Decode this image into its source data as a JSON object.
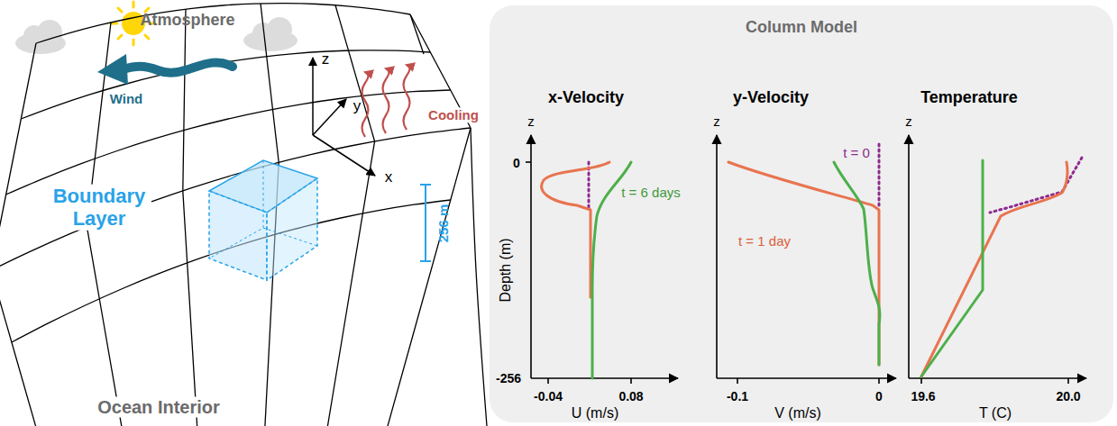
{
  "diagram": {
    "nodes": [
      {
        "text": [
          "Column Model"
        ]
      }
    ],
    "labels": [
      "Atmosphere",
      "Wind",
      "z",
      "y",
      "x",
      "Cooling",
      "Boundary Layer",
      "256 m",
      "Ocean Interior",
      "x-Velocity",
      "y-Velocity",
      "Temperature",
      "z",
      "z",
      "z",
      "0",
      "Depth (m)",
      "-256",
      "-0.04",
      "0.08",
      "U (m/s)",
      "-0.1",
      "0",
      "V (m/s)",
      "19.6",
      "20.0",
      "T (C)",
      "t = 6 days",
      "t = 1 day",
      "t = 0"
    ]
  }
}
